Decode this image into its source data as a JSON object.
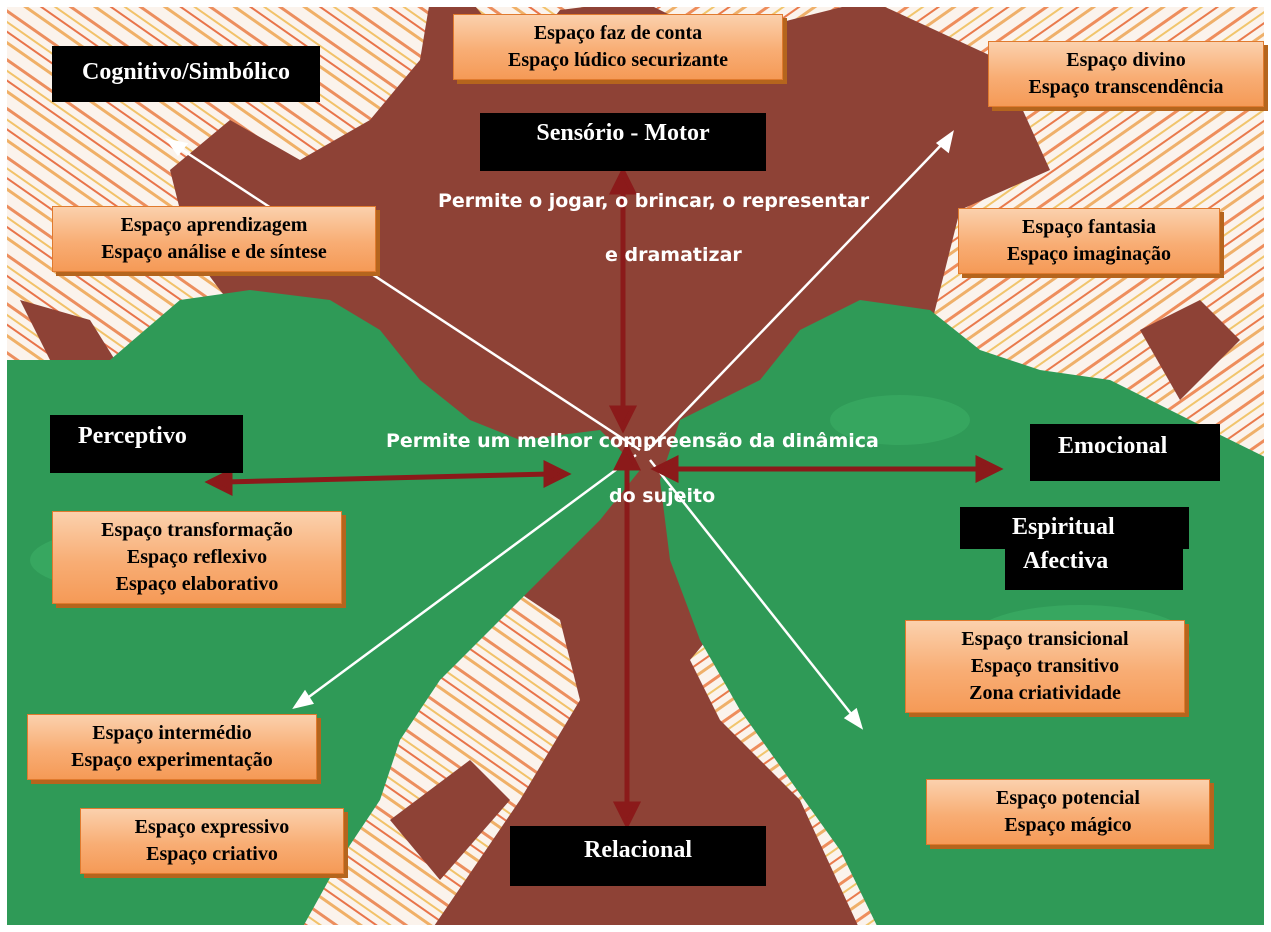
{
  "axes": {
    "top": "Sensório - Motor",
    "bottom": "Relacional",
    "left": "Perceptivo",
    "right": "Emocional",
    "top_left": "Cognitivo/Simbólico",
    "right_lower_back": "Afectiva",
    "right_lower_front": "Espiritual"
  },
  "captions": {
    "vertical": [
      "Permite o jogar, o brincar, o representar",
      "e dramatizar"
    ],
    "horizontal": [
      "Permite um melhor compreensão da dinâmica",
      "do sujeito"
    ]
  },
  "spaces": {
    "top_center": [
      "Espaço faz de conta",
      "Espaço lúdico securizante"
    ],
    "top_right": [
      "Espaço divino",
      "Espaço transcendência"
    ],
    "upper_left": [
      "Espaço aprendizagem",
      "Espaço análise e de síntese"
    ],
    "upper_right": [
      "Espaço fantasia",
      "Espaço imaginação"
    ],
    "mid_left": [
      "Espaço transformação",
      "Espaço reflexivo",
      "Espaço elaborativo"
    ],
    "mid_right": [
      "Espaço transicional",
      "Espaço transitivo",
      "Zona criatividade"
    ],
    "lower_left": [
      "Espaço intermédio",
      "Espaço experimentação"
    ],
    "bottom_left": [
      "Espaço expressivo",
      "Espaço criativo"
    ],
    "bottom_right": [
      "Espaço potencial",
      "Espaço mágico"
    ]
  },
  "colors": {
    "clay_brown": "#8e4236",
    "clay_green": "#2f9a57",
    "arrow_red": "#8b1a1a",
    "box_orange": "#f7a566",
    "label_black": "#000000",
    "crayon_orange": "#e9895a",
    "crayon_yellow": "#e7c35a"
  }
}
